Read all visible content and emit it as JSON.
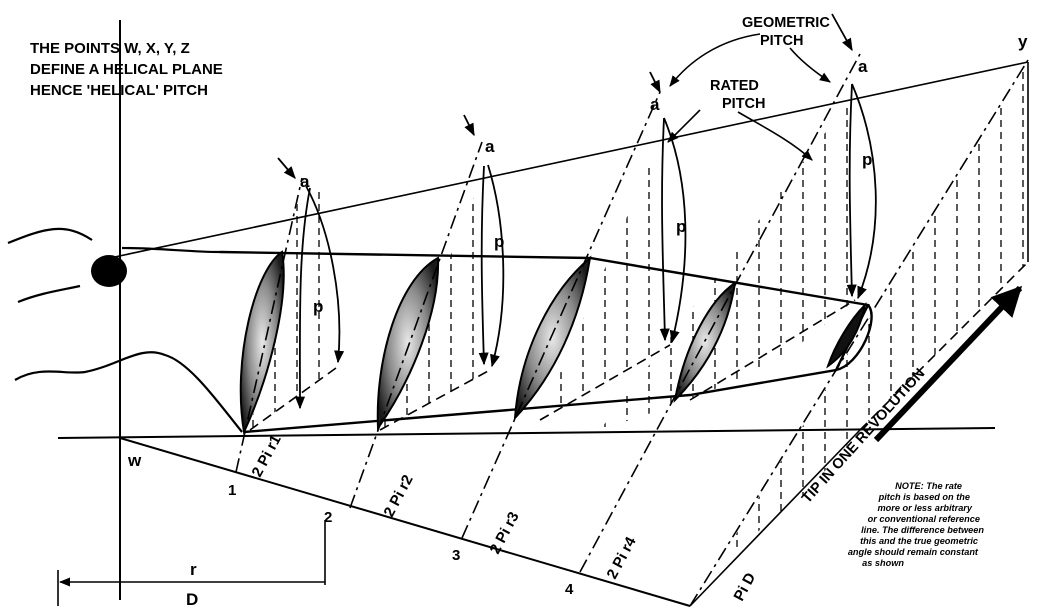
{
  "intro": {
    "line1": "THE POINTS W, X, Y, Z",
    "line2": "DEFINE A HELICAL PLANE",
    "line3": "HENCE 'HELICAL' PITCH"
  },
  "geometric_pitch": {
    "line1": "GEOMETRIC",
    "line2": "PITCH"
  },
  "rated_pitch": {
    "line1": "RATED",
    "line2": "PITCH"
  },
  "points": {
    "w": "w",
    "y": "y",
    "a": "a",
    "p": "p"
  },
  "stations": [
    "1",
    "2",
    "3",
    "4"
  ],
  "circumferences": [
    "2 Pi r1",
    "2 Pi r2",
    "2 Pi r3",
    "2 Pi r4",
    "Pi D"
  ],
  "dims": {
    "r": "r",
    "D": "D"
  },
  "tip_label": "TIP IN ONE REVOLUTION",
  "note": [
    "NOTE: The rate",
    "pitch is based on the",
    "more or less arbitrary",
    "or conventional reference",
    "line. The difference between",
    "this and the true geometric",
    "angle should remain constant",
    "as shown"
  ]
}
